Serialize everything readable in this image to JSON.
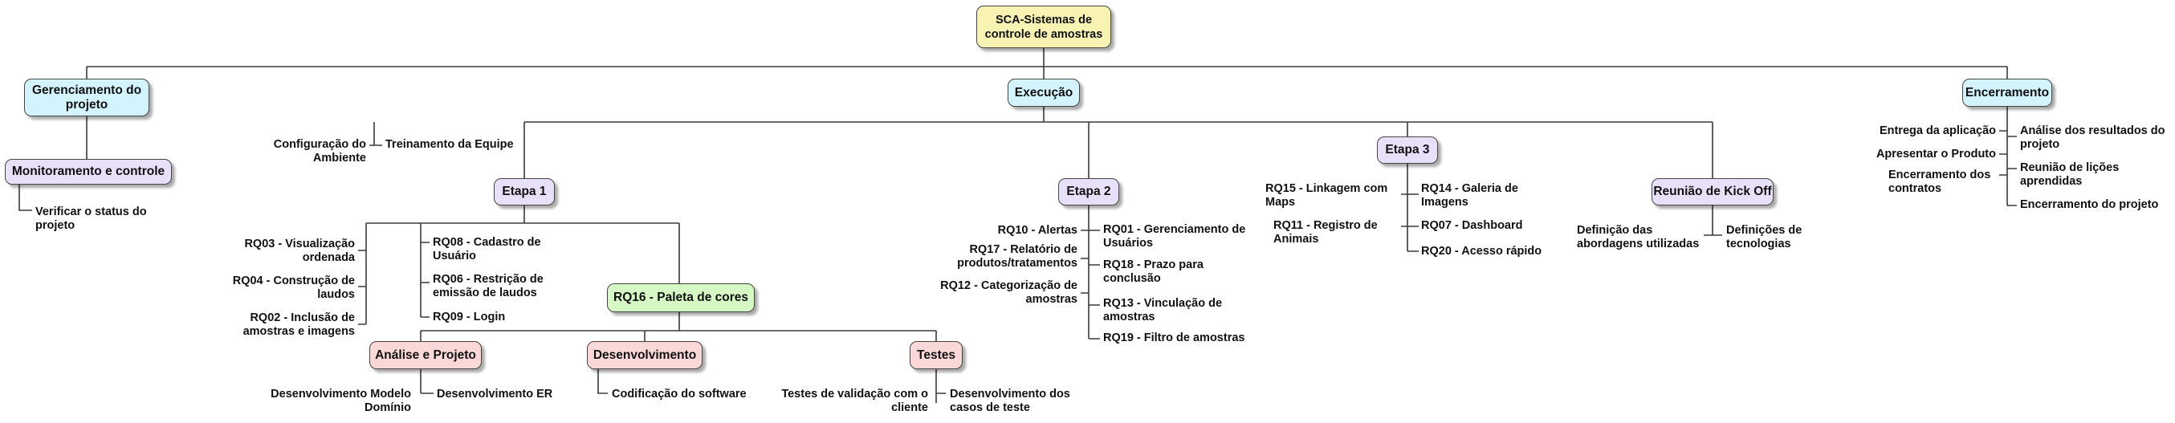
{
  "root": "SCA-Sistemas de controle de amostras",
  "gerenciamento": {
    "title": "Gerenciamento do projeto",
    "monitoramento": "Monitoramento e controle",
    "verificar": "Verificar o status do projeto"
  },
  "execucao": {
    "title": "Execução",
    "config": "Configuração do Ambiente",
    "treinamento": "Treinamento da Equipe",
    "etapa1": {
      "title": "Etapa 1",
      "left": [
        "RQ03 - Visualização ordenada",
        "RQ04 - Construção de laudos",
        "RQ02 - Inclusão de amostras e imagens"
      ],
      "right": [
        "RQ08 - Cadastro de Usuário",
        "RQ06 - Restrição de emissão de laudos",
        "RQ09 - Login"
      ],
      "paleta": "RQ16 - Paleta de cores",
      "analise": "Análise e Projeto",
      "modelo": "Desenvolvimento Modelo Domínio",
      "er": "Desenvolvimento ER",
      "desenvolvimento": "Desenvolvimento",
      "codificacao": "Codificação do software",
      "testes": "Testes",
      "validacao": "Testes de validação com o cliente",
      "casos": "Desenvolvimento dos casos de teste"
    },
    "etapa2": {
      "title": "Etapa 2",
      "left": [
        "RQ10 - Alertas",
        "RQ17 - Relatório de produtos/tratamentos",
        "RQ12 - Categorização de amostras"
      ],
      "right": [
        "RQ01 - Gerenciamento de Usuários",
        "RQ18 - Prazo para conclusão",
        "RQ13 - Vinculação de amostras",
        "RQ19 - Filtro de amostras"
      ]
    },
    "etapa3": {
      "title": "Etapa 3",
      "left": [
        "RQ15 - Linkagem com Maps",
        "RQ11 - Registro de Animais"
      ],
      "right": [
        "RQ14 - Galeria de Imagens",
        "RQ07 - Dashboard",
        "RQ20 - Acesso rápido"
      ]
    },
    "kickoff": {
      "title": "Reunião de Kick Off",
      "left": "Definição das abordagens utilizadas",
      "right": "Definições de tecnologias"
    }
  },
  "encerramento": {
    "title": "Encerramento",
    "left": [
      "Entrega da aplicação",
      "Apresentar o Produto",
      "Encerramento dos contratos"
    ],
    "right": [
      "Análise dos resultados do projeto",
      "Reunião de lições aprendidas",
      "Encerramento do projeto"
    ]
  }
}
